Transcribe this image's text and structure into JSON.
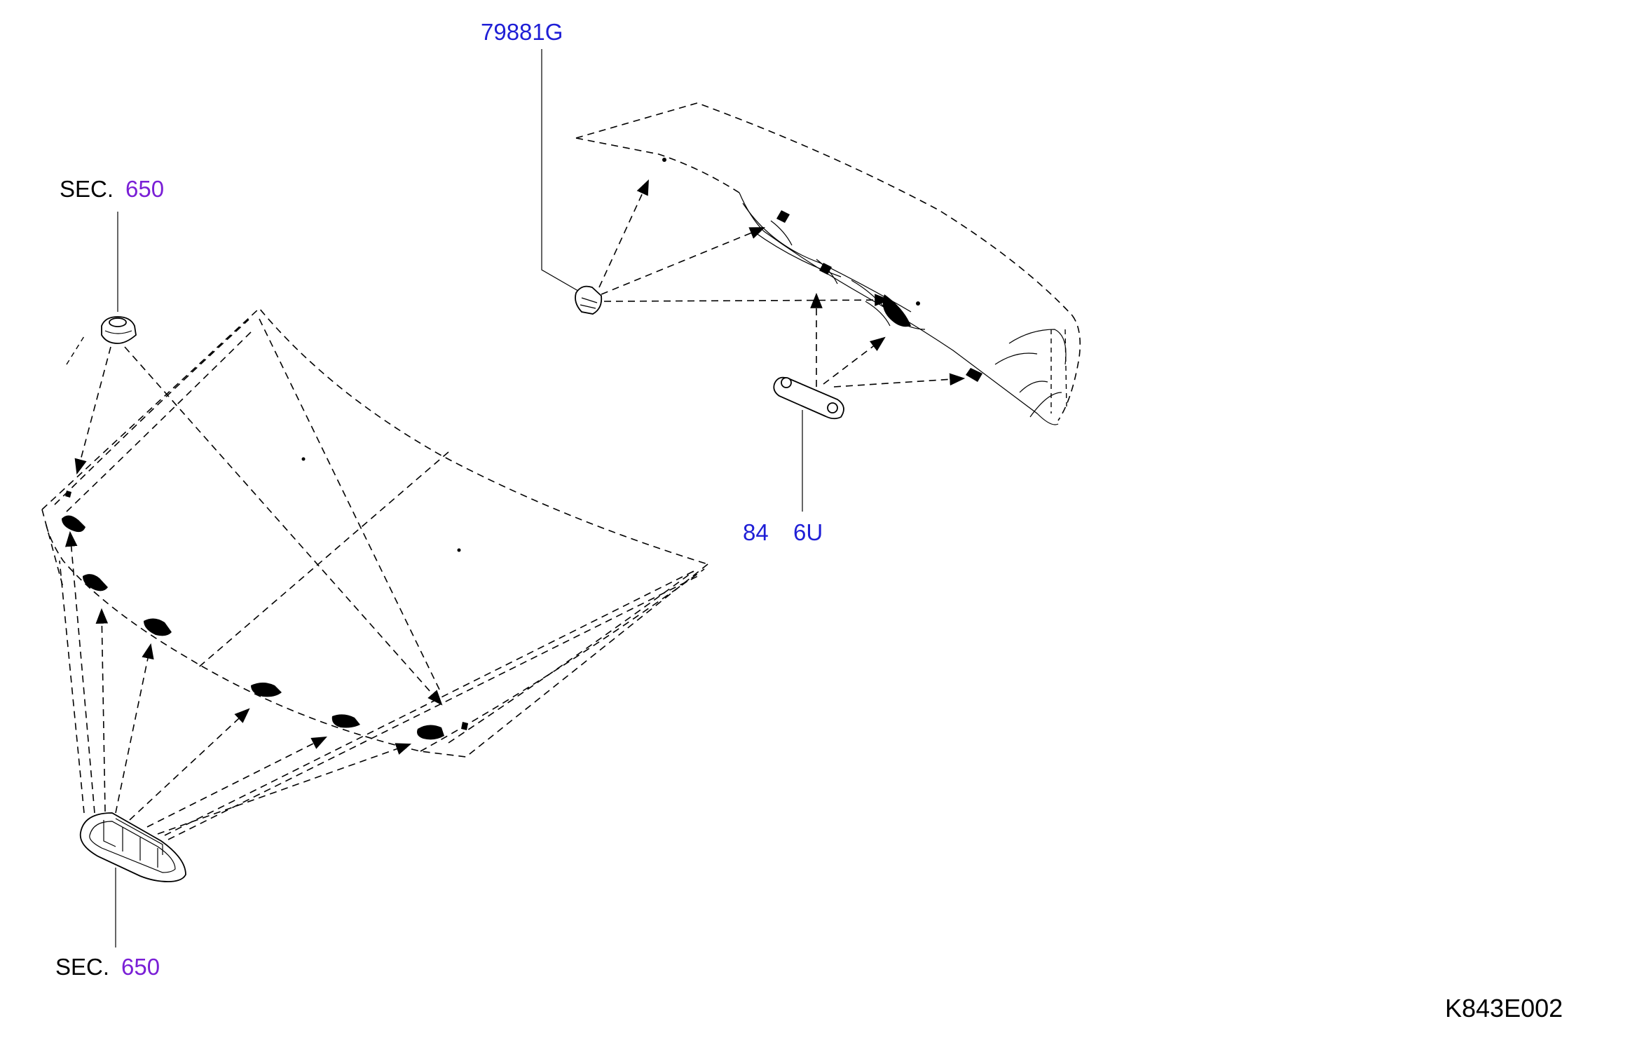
{
  "callouts": {
    "part_top": "79881G",
    "sec_top_prefix": "SEC.",
    "sec_top_number": "650",
    "part_middle": "84",
    "part_middle_tail": "6U",
    "sec_bottom_prefix": "SEC.",
    "sec_bottom_number": "650"
  },
  "diagram_code": "K843E002",
  "colors": {
    "part_number_link": "#1f1fd6",
    "section_link": "#7a1fd6",
    "text": "#000000"
  }
}
